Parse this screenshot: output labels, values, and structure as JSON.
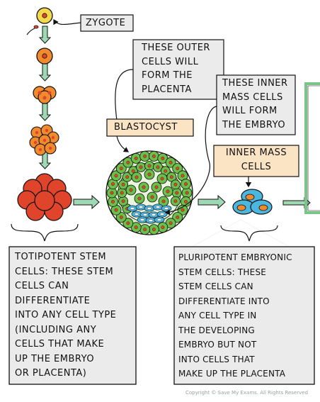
{
  "labels": {
    "zygote": "ZYGOTE",
    "placenta_note": [
      "THESE OUTER",
      "CELLS WILL",
      "FORM THE",
      "PLACENTA"
    ],
    "blastocyst": "BLASTOCYST",
    "embryo_note": [
      "THESE INNER",
      "MASS CELLS",
      "WILL FORM",
      "THE EMBRYO"
    ],
    "inner_mass": [
      "INNER MASS",
      "CELLS"
    ]
  },
  "totipotent_box": [
    "TOTIPOTENT STEM",
    "CELLS: THESE STEM",
    "CELLS CAN",
    "DIFFERENTIATE",
    "INTO ANY CELL TYPE",
    "(INCLUDING ANY",
    "CELLS THAT MAKE",
    "UP THE EMBRYO",
    "OR PLACENTA)"
  ],
  "pluripotent_box": [
    "PLURIPOTENT EMBRYONIC",
    "STEM CELLS: THESE",
    "STEM CELLS CAN",
    "DIFFERENTIATE INTO",
    "ANY CELL TYPE IN",
    "THE DEVELOPING",
    "EMBRYO BUT NOT",
    "INTO CELLS THAT",
    "MAKE UP THE PLACENTA"
  ],
  "copyright": "Copyright © Save My Exams. All Rights Reserved",
  "colors": {
    "yellow_cell": "#f4d94a",
    "orange_cell": "#f08a2c",
    "red_cell": "#e0442a",
    "green_cell": "#6cbf4a",
    "light_green": "#d6efc4",
    "blue_cell": "#4bb6e0",
    "arrow_green": "#9ed9b4",
    "box_grey": "#ebebeb",
    "box_peach": "#fbe4c4",
    "bracket_green": "#7cc48a"
  }
}
